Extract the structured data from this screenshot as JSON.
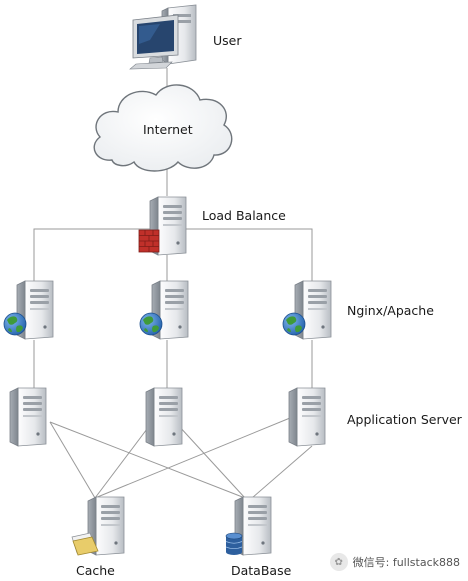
{
  "labels": {
    "user": "User",
    "internet": "Internet",
    "load_balance": "Load Balance",
    "web_tier": "Nginx/Apache",
    "app_tier": "Application Server",
    "cache": "Cache",
    "database": "DataBase"
  },
  "watermark": "微信号: fullstack888",
  "colors": {
    "line": "#9a9a9a",
    "server_light": "#f2f3f5",
    "server_dark": "#9ea4ab",
    "firewall": "#c0302a",
    "globe_blue": "#2e6fb7",
    "globe_green": "#3f9b3a",
    "database_blue": "#2d5f9e",
    "folder_yellow": "#e8cc6a"
  }
}
